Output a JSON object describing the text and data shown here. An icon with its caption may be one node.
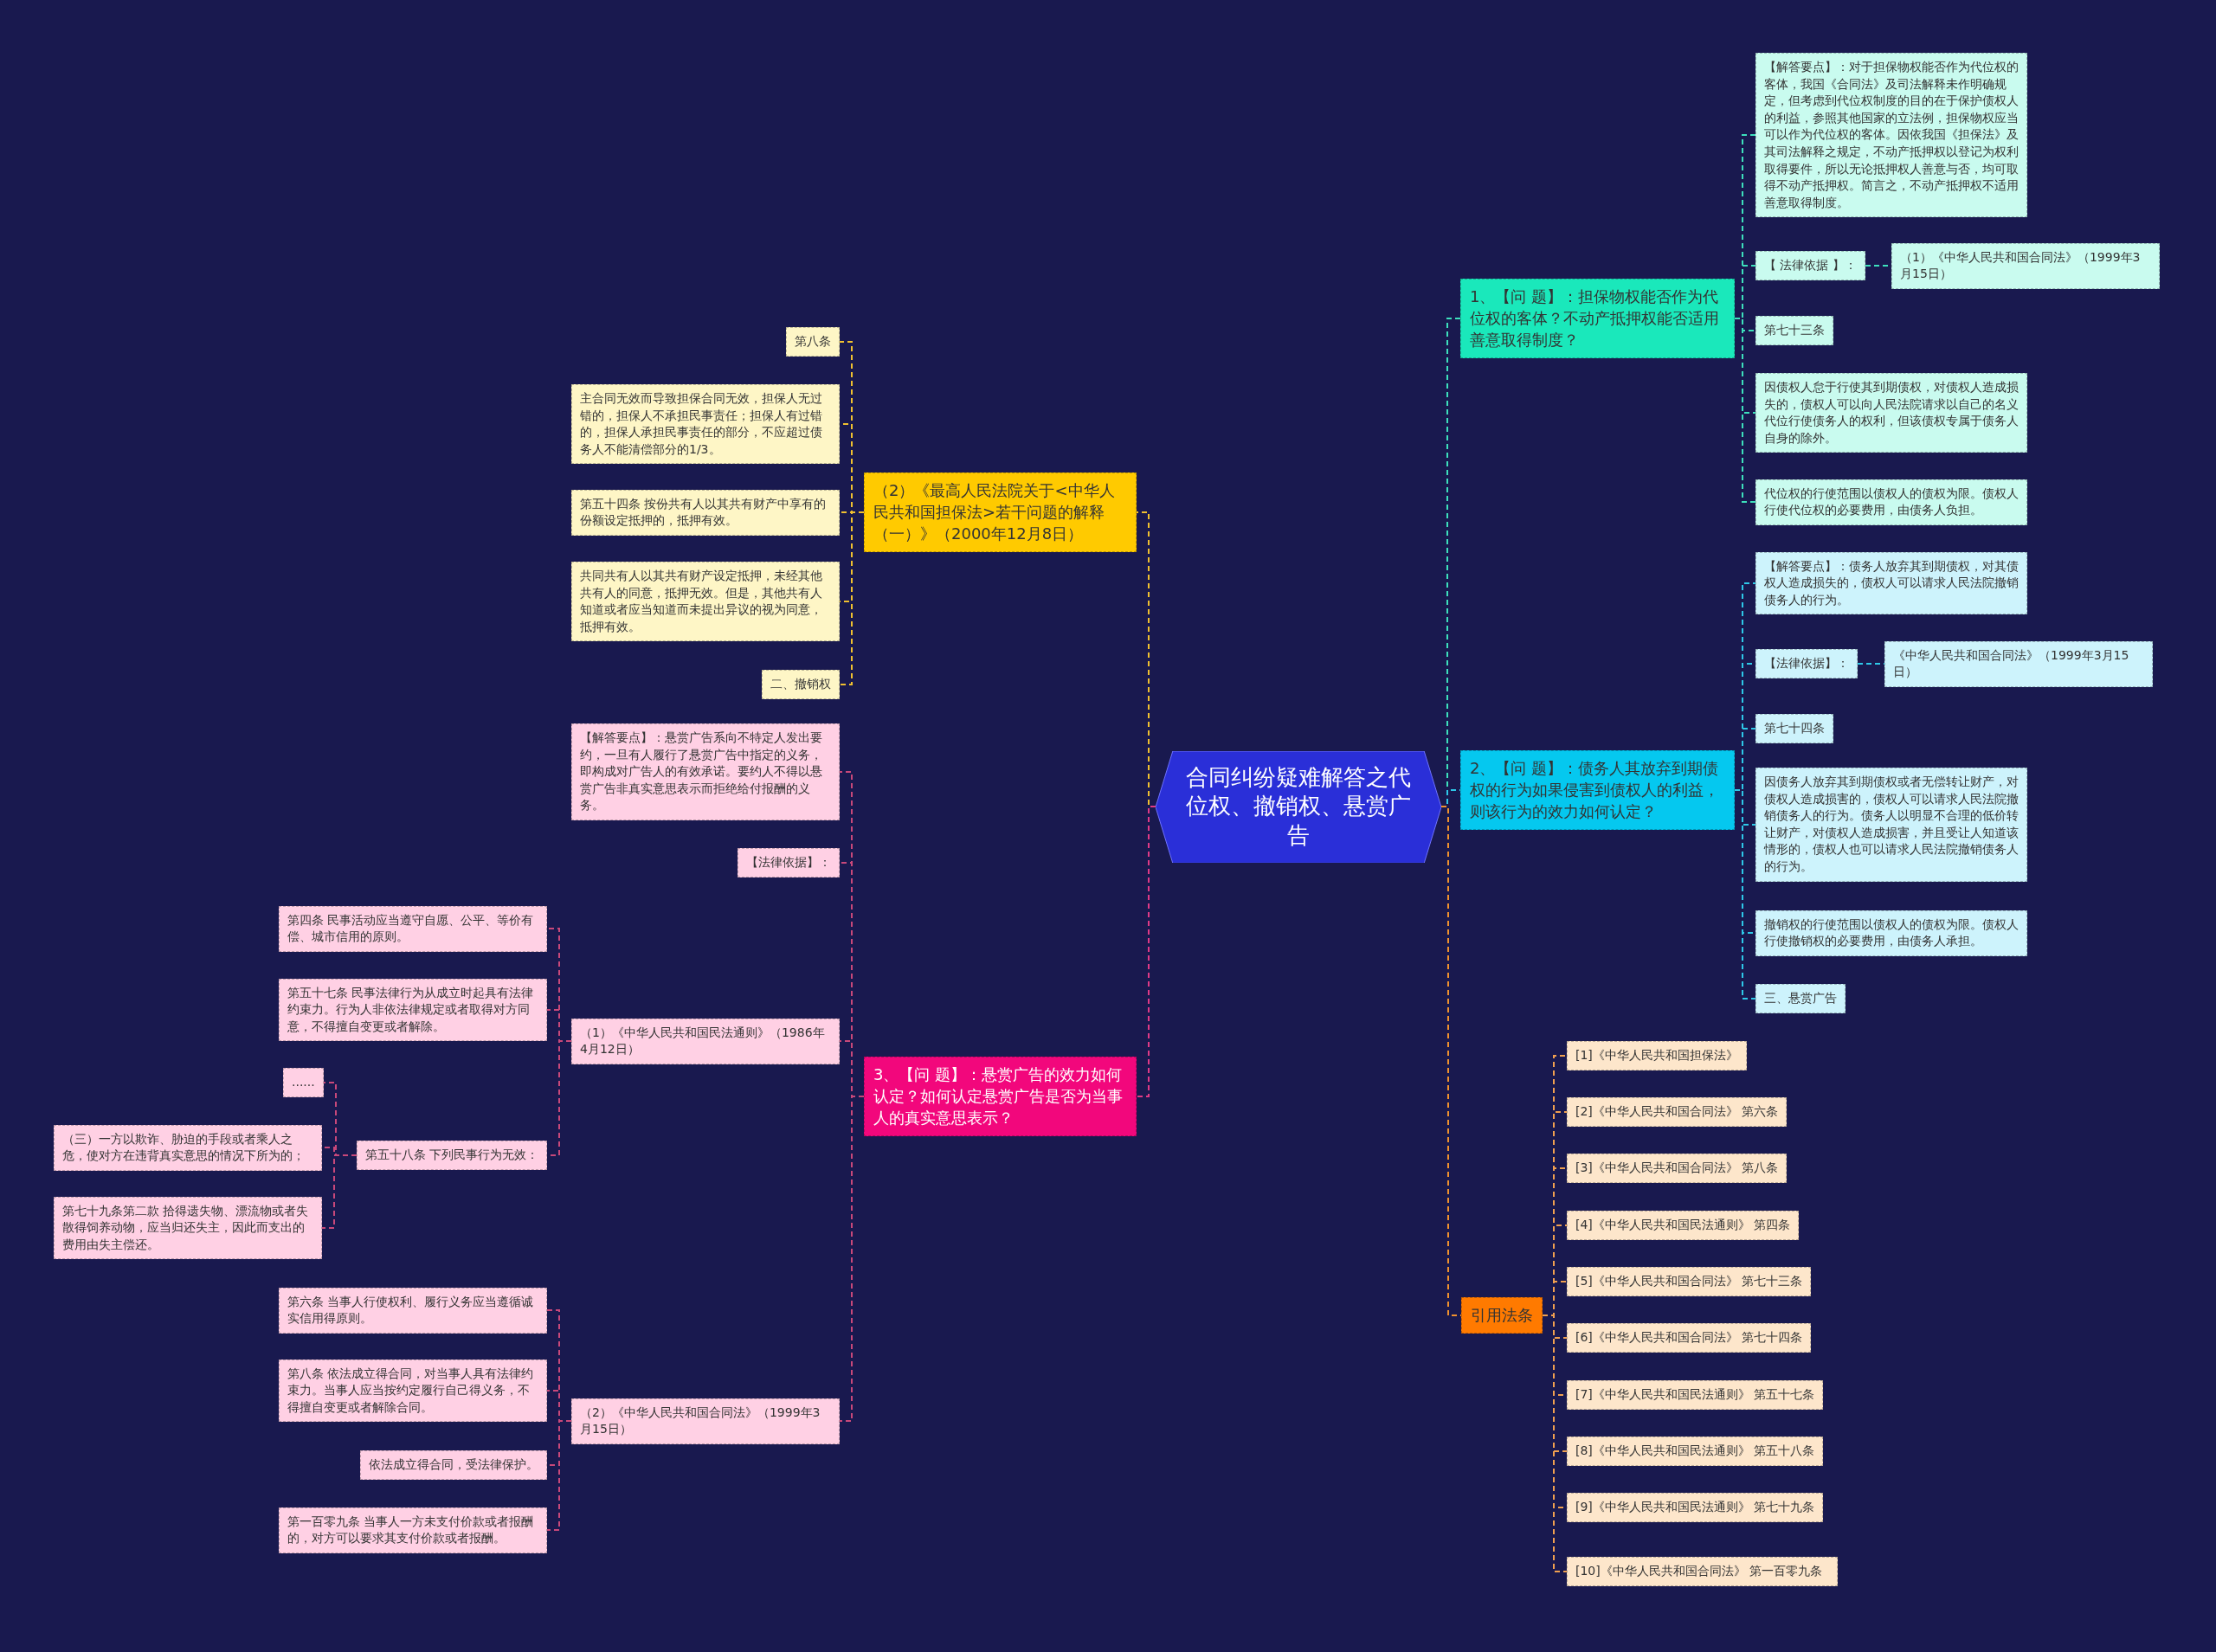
{
  "diagram": {
    "nodes": [
      {
        "text": [
          "合同纠纷疑难解答之代位权、撤销权、悬赏广告"
        ]
      },
      {
        "text": [
          "1、【问 题】：担保物权能否作为代位权的客体？不动产抵押权能否适用善意取得制度？"
        ]
      },
      {
        "text": [
          "【解答要点】：对于担保物权能否作为代位权的客体，我国《合同法》及司法解释未作明确规定，但考虑到代位权制度的目的在于保护债权人的利益，参照其他国家的立法例，担保物权应当可以作为代位权的客体。因依我国《担保法》及其司法解释之规定，不动产抵押权以登记为权利取得要件，所以无论抵押权人善意与否，均可取得不动产抵押权。简言之，不动产抵押权不适用善意取得制度。"
        ]
      },
      {
        "text": [
          "【 法律依据 】："
        ]
      },
      {
        "text": [
          "（1）《中华人民共和国合同法》（1999年3月15日）"
        ]
      },
      {
        "text": [
          "第七十三条"
        ]
      },
      {
        "text": [
          "因债权人怠于行使其到期债权，对债权人造成损失的，债权人可以向人民法院请求以自己的名义代位行使债务人的权利，但该债权专属于债务人自身的除外。"
        ]
      },
      {
        "text": [
          "代位权的行使范围以债权人的债权为限。债权人行使代位权的必要费用，由债务人负担。"
        ]
      },
      {
        "text": [
          "2、【问 题】：债务人其放弃到期债权的行为如果侵害到债权人的利益，则该行为的效力如何认定？"
        ]
      },
      {
        "text": [
          "【解答要点】：债务人放弃其到期债权，对其债权人造成损失的，债权人可以请求人民法院撤销债务人的行为。"
        ]
      },
      {
        "text": [
          "【法律依据】："
        ]
      },
      {
        "text": [
          "《中华人民共和国合同法》（1999年3月15日）"
        ]
      },
      {
        "text": [
          "第七十四条"
        ]
      },
      {
        "text": [
          "因债务人放弃其到期债权或者无偿转让财产，对债权人造成损害的，债权人可以请求人民法院撤销债务人的行为。债务人以明显不合理的低价转让财产，对债权人造成损害，并且受让人知道该情形的，债权人也可以请求人民法院撤销债务人的行为。"
        ]
      },
      {
        "text": [
          "撤销权的行使范围以债权人的债权为限。债权人行使撤销权的必要费用，由债务人承担。"
        ]
      },
      {
        "text": [
          "三、悬赏广告"
        ]
      },
      {
        "text": [
          "引用法条"
        ]
      },
      {
        "text": [
          "[1]《中华人民共和国担保法》"
        ]
      },
      {
        "text": [
          "[2]《中华人民共和国合同法》 第六条"
        ]
      },
      {
        "text": [
          "[3]《中华人民共和国合同法》 第八条"
        ]
      },
      {
        "text": [
          "[4]《中华人民共和国民法通则》 第四条"
        ]
      },
      {
        "text": [
          "[5]《中华人民共和国合同法》 第七十三条"
        ]
      },
      {
        "text": [
          "[6]《中华人民共和国合同法》 第七十四条"
        ]
      },
      {
        "text": [
          "[7]《中华人民共和国民法通则》 第五十七条"
        ]
      },
      {
        "text": [
          "[8]《中华人民共和国民法通则》 第五十八条"
        ]
      },
      {
        "text": [
          "[9]《中华人民共和国民法通则》 第七十九条"
        ]
      },
      {
        "text": [
          "[10]《中华人民共和国合同法》 第一百零九条"
        ]
      },
      {
        "text": [
          "（2）《最高人民法院关于<中华人民共和国担保法>若干问题的解释（一）》（2000年12月8日）"
        ]
      },
      {
        "text": [
          "第八条"
        ]
      },
      {
        "text": [
          "主合同无效而导致担保合同无效，担保人无过错的，担保人不承担民事责任；担保人有过错的，担保人承担民事责任的部分，不应超过债务人不能清偿部分的1/3。"
        ]
      },
      {
        "text": [
          "第五十四条 按份共有人以其共有财产中享有的份额设定抵押的，抵押有效。"
        ]
      },
      {
        "text": [
          "共同共有人以其共有财产设定抵押，未经其他共有人的同意，抵押无效。但是，其他共有人知道或者应当知道而未提出异议的视为同意，抵押有效。"
        ]
      },
      {
        "text": [
          "二、撤销权"
        ]
      },
      {
        "text": [
          "3、【问 题】：悬赏广告的效力如何认定？如何认定悬赏广告是否为当事人的真实意思表示？"
        ]
      },
      {
        "text": [
          "【解答要点】：悬赏广告系向不特定人发出要约，一旦有人履行了悬赏广告中指定的义务，即构成对广告人的有效承诺。要约人不得以悬赏广告非真实意思表示而拒绝给付报酬的义务。"
        ]
      },
      {
        "text": [
          "【法律依据】："
        ]
      },
      {
        "text": [
          "（1）《中华人民共和国民法通则》（1986年4月12日）"
        ]
      },
      {
        "text": [
          "第四条 民事活动应当遵守自愿、公平、等价有偿、城市信用的原则。"
        ]
      },
      {
        "text": [
          "第五十七条 民事法律行为从成立时起具有法律约束力。行为人非依法律规定或者取得对方同意，不得擅自变更或者解除。"
        ]
      },
      {
        "text": [
          "第五十八条 下列民事行为无效："
        ]
      },
      {
        "text": [
          "......"
        ]
      },
      {
        "text": [
          "（三）一方以欺诈、胁迫的手段或者乘人之危，使对方在违背真实意思的情况下所为的；"
        ]
      },
      {
        "text": [
          "第七十九条第二款 拾得遗失物、漂流物或者失散得饲养动物，应当归还失主，因此而支出的费用由失主偿还。"
        ]
      },
      {
        "text": [
          "（2）《中华人民共和国合同法》（1999年3月15日）"
        ]
      },
      {
        "text": [
          "第六条 当事人行使权利、履行义务应当遵循诚实信用得原则。"
        ]
      },
      {
        "text": [
          "第八条 依法成立得合同，对当事人具有法律约束力。当事人应当按约定履行自己得义务，不得擅自变更或者解除合同。"
        ]
      },
      {
        "text": [
          "依法成立得合同，受法律保护。"
        ]
      },
      {
        "text": [
          "第一百零九条 当事人一方未支付价款或者报酬的，对方可以要求其支付价款或者报酬。"
        ]
      }
    ],
    "edges": [
      {
        "from": 0,
        "to": 1,
        "arrow": "none",
        "style": "dashed",
        "color": "#3de0bc"
      },
      {
        "from": 1,
        "to": 2,
        "arrow": "none",
        "style": "dashed",
        "color": "#3de0bc"
      },
      {
        "from": 1,
        "to": 3,
        "arrow": "none",
        "style": "dashed",
        "color": "#3de0bc"
      },
      {
        "from": 3,
        "to": 4,
        "arrow": "none",
        "style": "dashed",
        "color": "#3de0bc"
      },
      {
        "from": 1,
        "to": 5,
        "arrow": "none",
        "style": "dashed",
        "color": "#3de0bc"
      },
      {
        "from": 1,
        "to": 6,
        "arrow": "none",
        "style": "dashed",
        "color": "#3de0bc"
      },
      {
        "from": 1,
        "to": 7,
        "arrow": "none",
        "style": "dashed",
        "color": "#3de0bc"
      },
      {
        "from": 0,
        "to": 8,
        "arrow": "none",
        "style": "dashed",
        "color": "#2ec8e8"
      },
      {
        "from": 8,
        "to": 9,
        "arrow": "none",
        "style": "dashed",
        "color": "#2ec8e8"
      },
      {
        "from": 8,
        "to": 10,
        "arrow": "none",
        "style": "dashed",
        "color": "#2ec8e8"
      },
      {
        "from": 10,
        "to": 11,
        "arrow": "none",
        "style": "dashed",
        "color": "#2ec8e8"
      },
      {
        "from": 8,
        "to": 12,
        "arrow": "none",
        "style": "dashed",
        "color": "#2ec8e8"
      },
      {
        "from": 8,
        "to": 13,
        "arrow": "none",
        "style": "dashed",
        "color": "#2ec8e8"
      },
      {
        "from": 8,
        "to": 14,
        "arrow": "none",
        "style": "dashed",
        "color": "#2ec8e8"
      },
      {
        "from": 8,
        "to": 15,
        "arrow": "none",
        "style": "dashed",
        "color": "#2ec8e8"
      },
      {
        "from": 0,
        "to": 16,
        "arrow": "none",
        "style": "dashed",
        "color": "#f0922e"
      },
      {
        "from": 16,
        "to": 17,
        "arrow": "none",
        "style": "dashed",
        "color": "#f0a050"
      },
      {
        "from": 16,
        "to": 18,
        "arrow": "none",
        "style": "dashed",
        "color": "#f0a050"
      },
      {
        "from": 16,
        "to": 19,
        "arrow": "none",
        "style": "dashed",
        "color": "#f0a050"
      },
      {
        "from": 16,
        "to": 20,
        "arrow": "none",
        "style": "dashed",
        "color": "#f0a050"
      },
      {
        "from": 16,
        "to": 21,
        "arrow": "none",
        "style": "dashed",
        "color": "#f0a050"
      },
      {
        "from": 16,
        "to": 22,
        "arrow": "none",
        "style": "dashed",
        "color": "#f0a050"
      },
      {
        "from": 16,
        "to": 23,
        "arrow": "none",
        "style": "dashed",
        "color": "#f0a050"
      },
      {
        "from": 16,
        "to": 24,
        "arrow": "none",
        "style": "dashed",
        "color": "#f0a050"
      },
      {
        "from": 16,
        "to": 25,
        "arrow": "none",
        "style": "dashed",
        "color": "#f0a050"
      },
      {
        "from": 16,
        "to": 26,
        "arrow": "none",
        "style": "dashed",
        "color": "#f0a050"
      },
      {
        "from": 0,
        "to": 27,
        "arrow": "none",
        "style": "dashed",
        "color": "#f0c030"
      },
      {
        "from": 27,
        "to": 28,
        "arrow": "none",
        "style": "dashed",
        "color": "#f0c030"
      },
      {
        "from": 27,
        "to": 29,
        "arrow": "none",
        "style": "dashed",
        "color": "#f0c030"
      },
      {
        "from": 27,
        "to": 30,
        "arrow": "none",
        "style": "dashed",
        "color": "#f0c030"
      },
      {
        "from": 27,
        "to": 31,
        "arrow": "none",
        "style": "dashed",
        "color": "#f0c030"
      },
      {
        "from": 27,
        "to": 32,
        "arrow": "none",
        "style": "dashed",
        "color": "#f0c030"
      },
      {
        "from": 0,
        "to": 33,
        "arrow": "none",
        "style": "dashed",
        "color": "#e03a86"
      },
      {
        "from": 33,
        "to": 34,
        "arrow": "none",
        "style": "dashed",
        "color": "#c8487a"
      },
      {
        "from": 33,
        "to": 35,
        "arrow": "none",
        "style": "dashed",
        "color": "#c8487a"
      },
      {
        "from": 33,
        "to": 36,
        "arrow": "none",
        "style": "dashed",
        "color": "#c8487a"
      },
      {
        "from": 36,
        "to": 37,
        "arrow": "none",
        "style": "dashed",
        "color": "#c8487a"
      },
      {
        "from": 36,
        "to": 38,
        "arrow": "none",
        "style": "dashed",
        "color": "#c8487a"
      },
      {
        "from": 36,
        "to": 39,
        "arrow": "none",
        "style": "dashed",
        "color": "#c8487a"
      },
      {
        "from": 39,
        "to": 40,
        "arrow": "none",
        "style": "dashed",
        "color": "#c8487a"
      },
      {
        "from": 39,
        "to": 41,
        "arrow": "none",
        "style": "dashed",
        "color": "#c8487a"
      },
      {
        "from": 39,
        "to": 42,
        "arrow": "none",
        "style": "dashed",
        "color": "#c8487a"
      },
      {
        "from": 33,
        "to": 43,
        "arrow": "none",
        "style": "dashed",
        "color": "#c8487a"
      },
      {
        "from": 43,
        "to": 44,
        "arrow": "none",
        "style": "dashed",
        "color": "#c8487a"
      },
      {
        "from": 43,
        "to": 45,
        "arrow": "none",
        "style": "dashed",
        "color": "#c8487a"
      },
      {
        "from": 43,
        "to": 46,
        "arrow": "none",
        "style": "dashed",
        "color": "#c8487a"
      },
      {
        "from": 43,
        "to": 47,
        "arrow": "none",
        "style": "dashed",
        "color": "#c8487a"
      }
    ]
  }
}
